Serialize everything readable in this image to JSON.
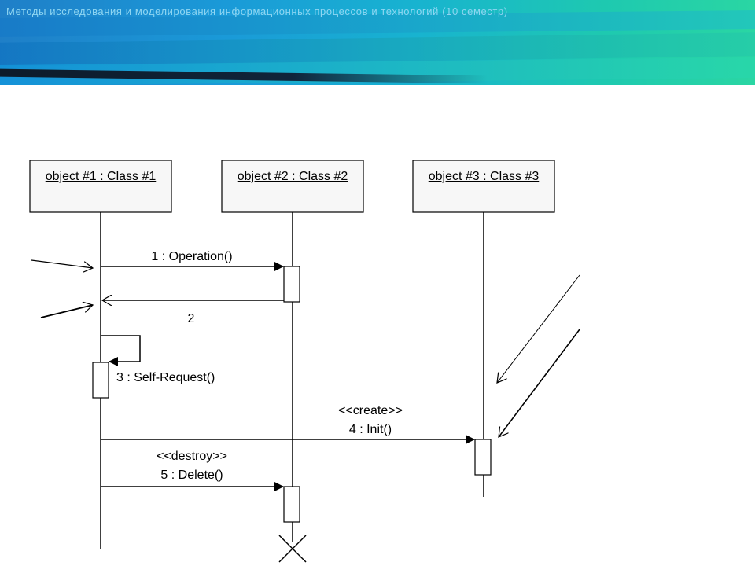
{
  "header": {
    "title": "Методы исследования и моделирования информационных процессов и технологий (10 семестр)"
  },
  "diagram": {
    "objects": [
      {
        "label": "object #1 : Class #1"
      },
      {
        "label": "object #2 : Class #2"
      },
      {
        "label": "object #3 : Class #3"
      }
    ],
    "messages": {
      "m1": "1 : Operation()",
      "m2": "2",
      "m3": "3 : Self-Request()",
      "m4_stereotype": "<<create>>",
      "m4": "4 : Init()",
      "m5_stereotype": "<<destroy>>",
      "m5": "5 : Delete()"
    }
  }
}
